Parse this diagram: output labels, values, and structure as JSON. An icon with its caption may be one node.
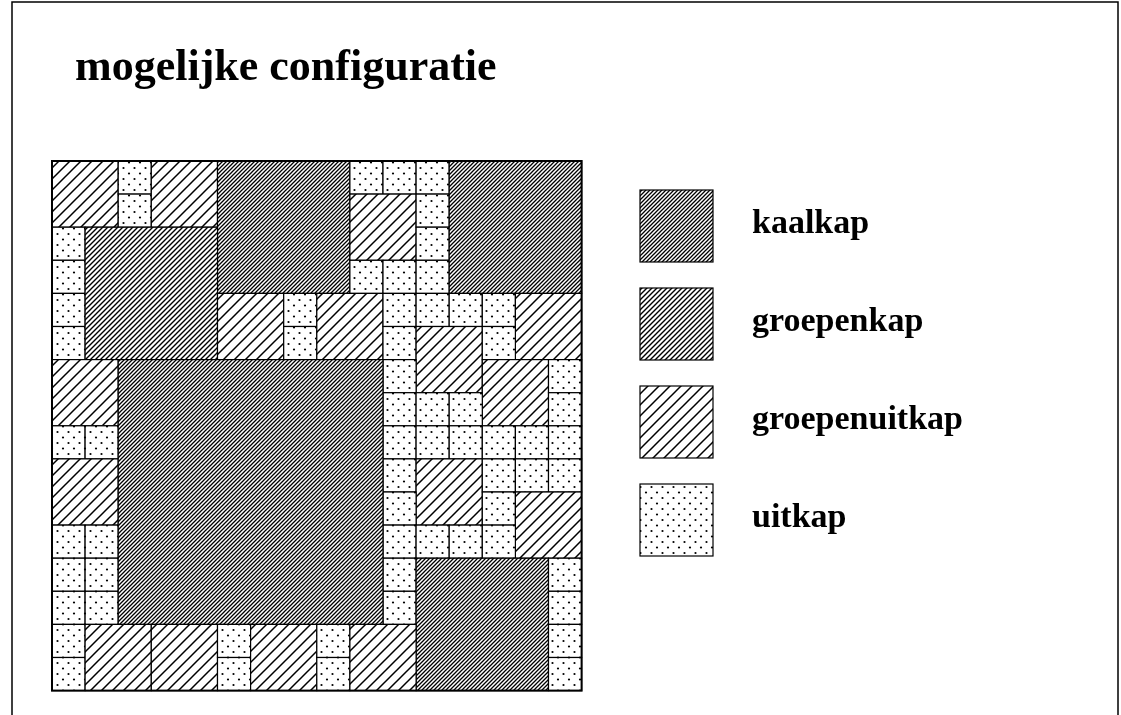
{
  "diagram": {
    "title": "mogelijke configuratie",
    "legend": [
      {
        "text": "kaalkap"
      },
      {
        "text": "groepenkap"
      },
      {
        "text": "groepenuitkap"
      },
      {
        "text": "uitkap"
      }
    ]
  }
}
